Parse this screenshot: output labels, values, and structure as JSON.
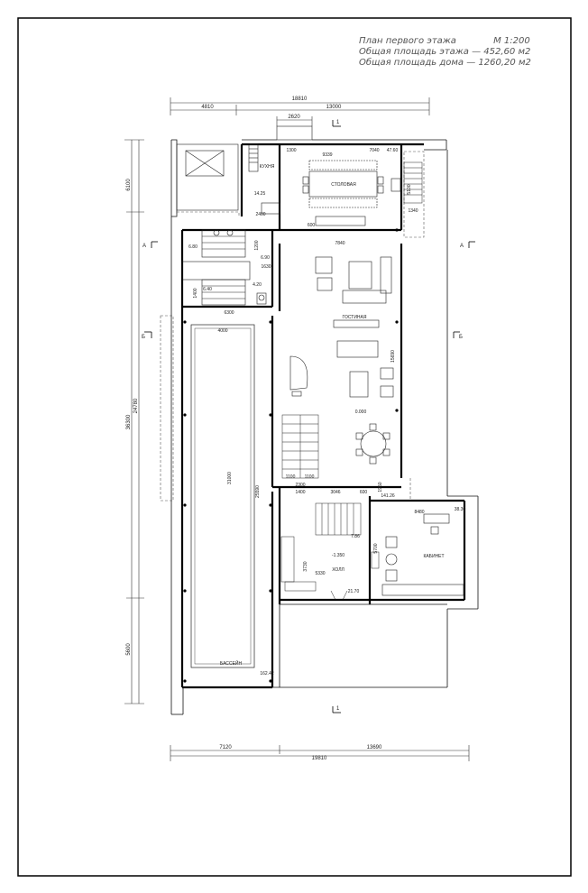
{
  "title_block": {
    "plan_title": "План первого этажа",
    "scale": "М 1:200",
    "floor_area": "Общая площадь этажа — 452,60 м2",
    "house_area": "Общая площадь дома — 1260,20 м2"
  },
  "dimensions": {
    "top_total": "18810",
    "top_left": "4810",
    "top_right": "13000",
    "top_entrance": "2620",
    "bottom_total": "19810",
    "bottom_left": "7120",
    "bottom_right": "13690",
    "left_total": "36300",
    "left_main": "24780",
    "left_top": "6100",
    "left_bottom": "5600"
  },
  "section_marks": {
    "a": "А",
    "b": "Б",
    "one": "1"
  },
  "rooms": {
    "kitchen": "КУХНЯ",
    "kitchen_area": "14.25",
    "dining": "СТОЛОВАЯ",
    "dining_area": "47.60",
    "living": "ГОСТИНАЯ",
    "level_zero": "0.000",
    "hall": "ХОЛЛ",
    "hall_level": "-1.350",
    "hall_area": "21.70",
    "study": "КАБИНЕТ",
    "study_area": "38.30",
    "pool": "БАССЕЙН",
    "pool_area": "162.42",
    "area_a": "6.80",
    "area_b": "6.90",
    "area_c": "6.40",
    "area_d": "4.20",
    "area_e": "7.86",
    "area_f": "141.26"
  },
  "inner_dims": {
    "d1300": "1300",
    "d9339": "9339",
    "d7040": "7040",
    "d5100": "5100",
    "d1340": "1340",
    "d2400": "2400",
    "d7840": "7840",
    "d1200": "1200",
    "d1630": "1630",
    "d1400a": "1400",
    "d6300": "6300",
    "d4000": "4000",
    "d15690": "15690",
    "d31000": "31000",
    "d25590": "25590",
    "d1100a": "1100",
    "d1100b": "1100",
    "d2300": "2300",
    "d1400b": "1400",
    "d3046": "3046",
    "d600a": "600",
    "d600b": "600",
    "d1950": "1950",
    "d8480": "8480",
    "d5700": "5700",
    "d3730": "3730",
    "d5330": "5330"
  }
}
